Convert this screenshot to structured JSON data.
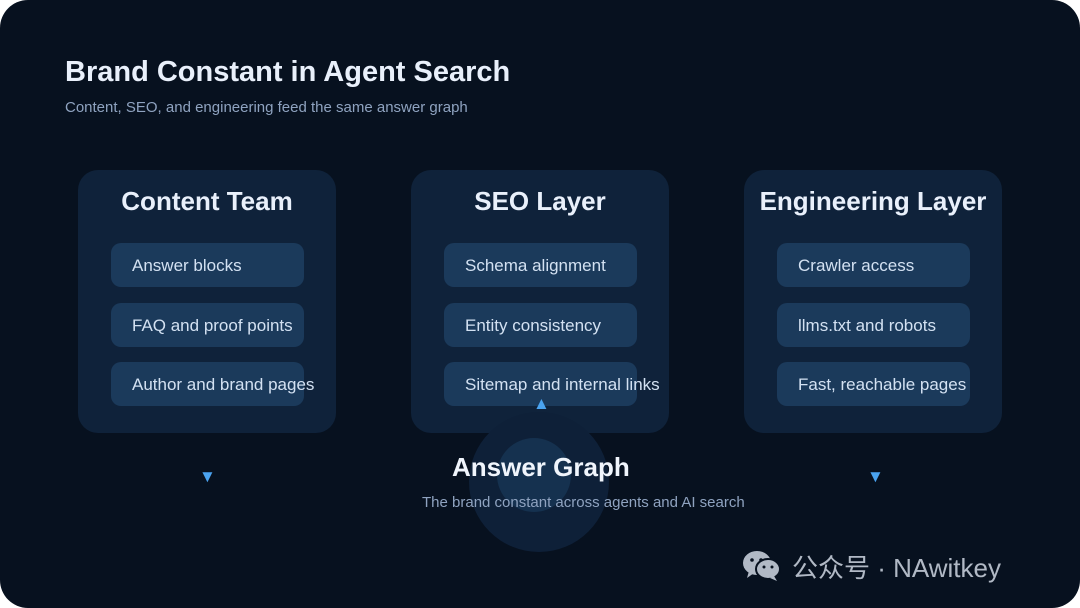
{
  "header": {
    "title": "Brand Constant in Agent Search",
    "subtitle": "Content, SEO, and engineering feed the same answer graph"
  },
  "cards": [
    {
      "title": "Content Team",
      "items": [
        "Answer blocks",
        "FAQ and proof points",
        "Author and brand pages"
      ]
    },
    {
      "title": "SEO Layer",
      "items": [
        "Schema alignment",
        "Entity consistency",
        "Sitemap and internal links"
      ]
    },
    {
      "title": "Engineering Layer",
      "items": [
        "Crawler access",
        "llms.txt and robots",
        "Fast, reachable pages"
      ]
    }
  ],
  "arrows": {
    "down": "▼",
    "up": "▲"
  },
  "hub": {
    "title": "Answer Graph",
    "subtitle": "The brand constant across agents and AI search"
  },
  "watermark": {
    "text": "公众号 · NAwitkey"
  },
  "colors": {
    "background": "#07111f",
    "card": "#0f223a",
    "pill": "#1b3a5b",
    "accent": "#4aa3f0"
  }
}
